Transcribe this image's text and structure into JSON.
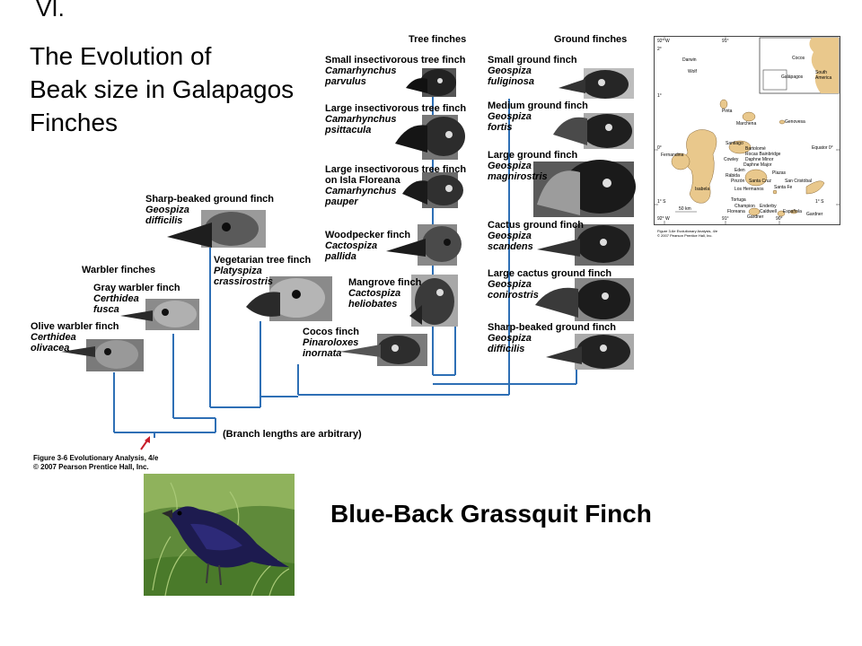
{
  "slide": {
    "number": "VI.",
    "title_lines": [
      "The Evolution of",
      "Beak size in Galapagos",
      "Finches"
    ]
  },
  "tree": {
    "header_tree": "Tree finches",
    "header_ground": "Ground finches",
    "header_warbler": "Warbler finches",
    "branch_note": "(Branch lengths are arbitrary)",
    "caption_line1": "Figure 3-6  Evolutionary Analysis, 4/e",
    "caption_line2": "© 2007 Pearson Prentice Hall, Inc.",
    "species": [
      {
        "common": "Olive warbler finch",
        "scientific_1": "Certhidea",
        "scientific_2": "olivacea"
      },
      {
        "common": "Gray warbler finch",
        "scientific_1": "Certhidea",
        "scientific_2": "fusca"
      },
      {
        "common": "Sharp-beaked ground finch",
        "scientific_1": "Geospiza",
        "scientific_2": "difficilis"
      },
      {
        "common": "Vegetarian tree finch",
        "scientific_1": "Platyspiza",
        "scientific_2": "crassirostris"
      },
      {
        "common": "Cocos finch",
        "scientific_1": "Pinaroloxes",
        "scientific_2": "inornata"
      },
      {
        "common": "Small insectivorous tree finch",
        "scientific_1": "Camarhynchus",
        "scientific_2": "parvulus"
      },
      {
        "common": "Large insectivorous tree finch",
        "scientific_1": "Camarhynchus",
        "scientific_2": "psittacula"
      },
      {
        "common": "Large insectivorous tree finch",
        "common_2": "on Isla Floreana",
        "scientific_1": "Camarhynchus",
        "scientific_2": "pauper"
      },
      {
        "common": "Woodpecker finch",
        "scientific_1": "Cactospiza",
        "scientific_2": "pallida"
      },
      {
        "common": "Mangrove finch",
        "scientific_1": "Cactospiza",
        "scientific_2": "heliobates"
      },
      {
        "common": "Small ground finch",
        "scientific_1": "Geospiza",
        "scientific_2": "fuliginosa"
      },
      {
        "common": "Medium ground finch",
        "scientific_1": "Geospiza",
        "scientific_2": "fortis"
      },
      {
        "common": "Large ground finch",
        "scientific_1": "Geospiza",
        "scientific_2": "magnirostris"
      },
      {
        "common": "Cactus ground finch",
        "scientific_1": "Geospiza",
        "scientific_2": "scandens"
      },
      {
        "common": "Large cactus ground finch",
        "scientific_1": "Geospiza",
        "scientific_2": "conirostris"
      },
      {
        "common": "Sharp-beaked ground finch",
        "scientific_1": "Geospiza",
        "scientific_2": "difficilis"
      }
    ]
  },
  "map": {
    "lon_92": "92° W",
    "lon_91": "91°",
    "lon_90": "90°",
    "lat_2": "2°",
    "lat_1n": "1°",
    "lat_0": "0°",
    "lat_1s": "1° S",
    "equator": "Equator 0°",
    "scale": "50 km",
    "islands": {
      "darwin": "Darwin",
      "wolf": "Wolf",
      "pinta": "Pinta",
      "marchena": "Marchena",
      "genovesa": "Genovesa",
      "fernandina": "Fernandina",
      "santiago": "Santiago",
      "bartolome": "Bartolomé",
      "rocas": "Rocas Bainbridge",
      "daphne_minor": "Daphne Minor",
      "cowley": "Cowley",
      "daphne_major": "Daphne Major",
      "eden": "Eden",
      "rabida": "Rábida",
      "pinzon": "Pinzón",
      "santa_cruz": "Santa Cruz",
      "plazas": "Plazas",
      "san_cristobal": "San Cristóbal",
      "isabela": "Isabela",
      "los_hermanos": "Los Hermanos",
      "santa_fe": "Santa Fe",
      "tortuga": "Tortuga",
      "champion": "Champion",
      "enderby": "Enderby",
      "floreana": "Floreana",
      "caldwell": "Caldwell",
      "espanola": "Española",
      "gardner1": "Gardner",
      "gardner2": "Gardner",
      "cocos": "Cocos",
      "galapagos": "Galápagos",
      "south_america": "South America"
    },
    "credit_line1": "Figure 3-6e  Evolutionary Analysis, 4/e",
    "credit_line2": "© 2007 Pearson Prentice Hall, Inc."
  },
  "photo_caption": "Blue-Back Grassquit Finch",
  "colors": {
    "tree_lines": "#2e6fb5",
    "land": "#e9c88c",
    "sea": "#ffffff",
    "arrow": "#c81d2a"
  }
}
